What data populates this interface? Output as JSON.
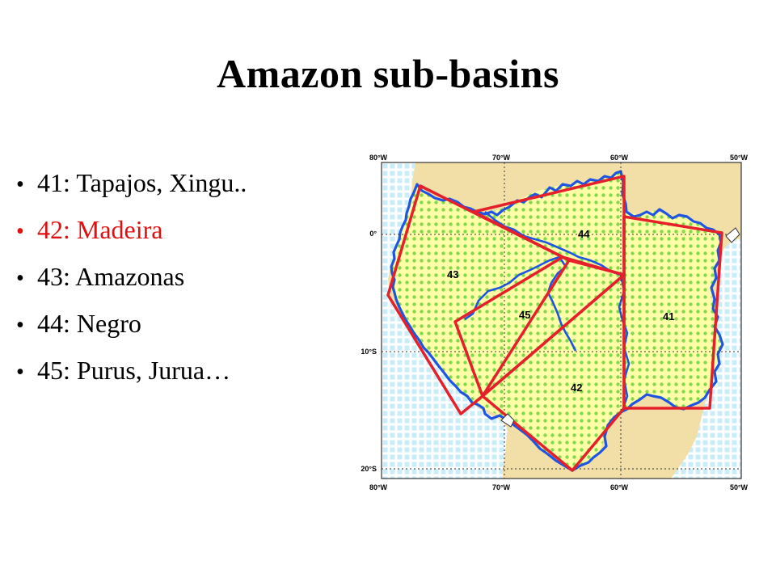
{
  "title": "Amazon sub-basins",
  "bullets": [
    {
      "text": "41: Tapajos, Xingu..",
      "color": "#000000"
    },
    {
      "text": "42: Madeira",
      "color": "#e01010"
    },
    {
      "text": "43: Amazonas",
      "color": "#000000"
    },
    {
      "text": "44: Negro",
      "color": "#000000"
    },
    {
      "text": "45: Purus, Jurua…",
      "color": "#000000"
    }
  ],
  "map": {
    "lon_ticks_top": [
      "80°W",
      "70°W",
      "60°W",
      "50°W"
    ],
    "lon_ticks_bottom": [
      "80°W",
      "70°W",
      "60°W",
      "50°W"
    ],
    "lat_ticks": [
      "0°",
      "10°S",
      "20°S"
    ],
    "basin_labels": [
      "44",
      "43",
      "45",
      "41",
      "42"
    ],
    "colors": {
      "ocean": "#c8ecf8",
      "land": "#f2dfa8",
      "basin_fill": "#d9f47e",
      "basin_boundary": "#1f55e0",
      "box_outline": "#e5202a",
      "gridline": "#333333"
    }
  }
}
